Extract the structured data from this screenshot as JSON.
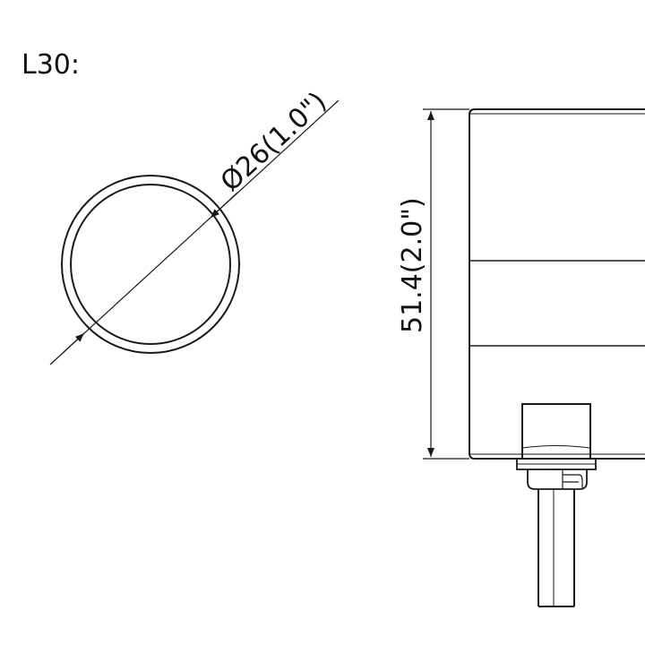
{
  "drawing": {
    "model_label": "L30:",
    "diameter_dimension": "Ø26(1.0\")",
    "height_dimension": "51.4(2.0\")",
    "line_color": "#1a1a1a",
    "background_color": "#ffffff"
  }
}
